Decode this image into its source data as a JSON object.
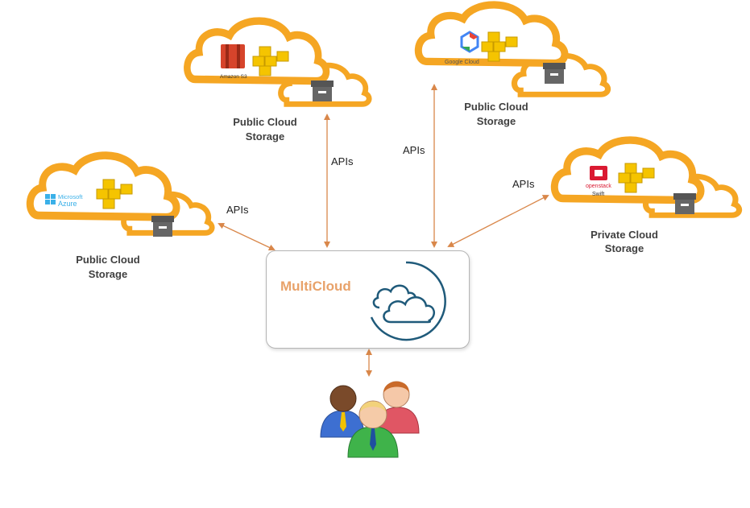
{
  "hub": {
    "title": "MultiCloud"
  },
  "clouds": [
    {
      "id": "azure",
      "brand": "Microsoft Azure",
      "brand_line1": "Microsoft",
      "brand_line2": "Azure",
      "label_line1": "Public Cloud",
      "label_line2": "Storage"
    },
    {
      "id": "s3",
      "brand": "Amazon S3",
      "label_line1": "Public Cloud",
      "label_line2": "Storage"
    },
    {
      "id": "google",
      "brand": "Google Cloud",
      "label_line1": "Public Cloud",
      "label_line2": "Storage"
    },
    {
      "id": "openstack",
      "brand": "openstack Swift",
      "brand_line1": "openstack",
      "brand_line2": "Swift",
      "label_line1": "Private Cloud",
      "label_line2": "Storage"
    }
  ],
  "connections": [
    {
      "label": "APIs"
    },
    {
      "label": "APIs"
    },
    {
      "label": "APIs"
    },
    {
      "label": "APIs"
    }
  ],
  "colors": {
    "cloud": "#f5a623",
    "cloud_light": "#fde9b6",
    "arrow": "#d9874a",
    "hub_title": "#e8a26a",
    "hub_icon": "#1f5a7a",
    "box": "#f5c400"
  }
}
